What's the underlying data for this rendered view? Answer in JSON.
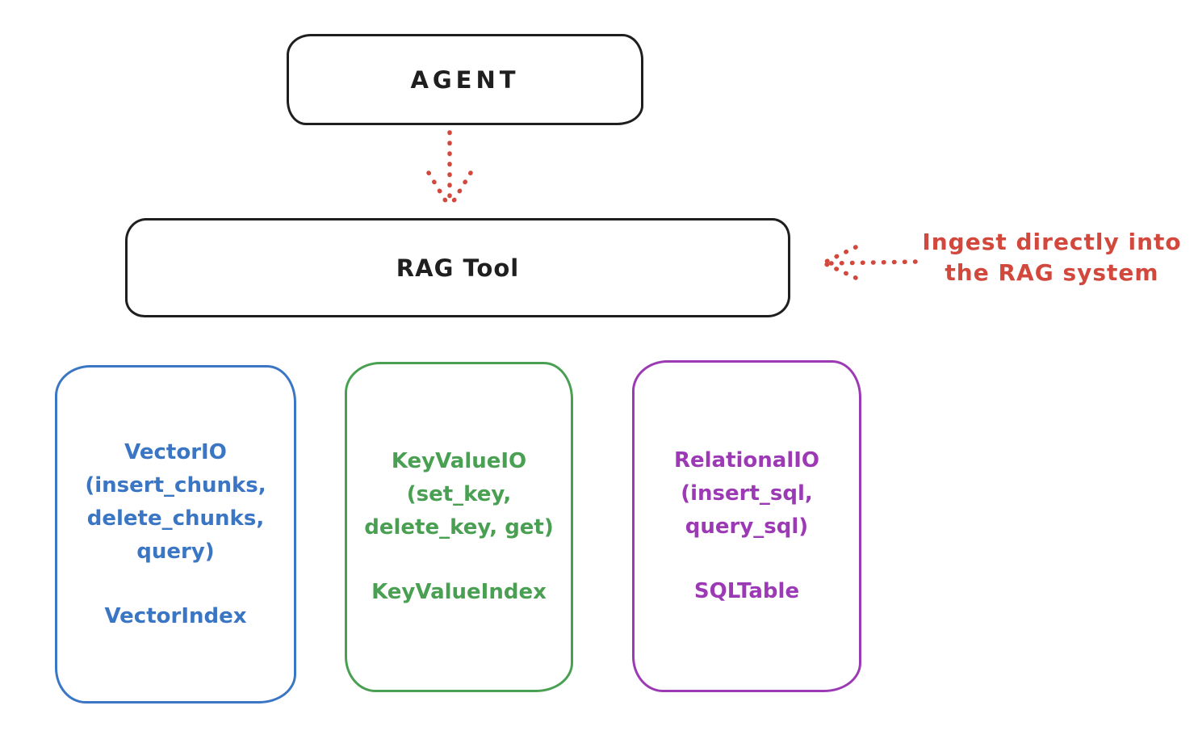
{
  "canvas": {
    "background": "#ffffff",
    "stroke_color": "#1f1f1f"
  },
  "agent_box": {
    "label": "AGENT"
  },
  "rag_tool_box": {
    "label": "RAG Tool"
  },
  "ingest_annotation": {
    "color": "#d2483d",
    "line1": "Ingest directly into",
    "line2": "the RAG system"
  },
  "arrows": {
    "agent_to_rag": "dotted-down-arrow",
    "annotation_to_rag": "dotted-left-arrow"
  },
  "io_boxes": [
    {
      "id": "vector-io",
      "color": "#3a76c4",
      "lines": [
        "VectorIO",
        "(insert_chunks,",
        "delete_chunks,",
        "query)"
      ],
      "index_label": "VectorIndex"
    },
    {
      "id": "keyvalue-io",
      "color": "#4aa052",
      "lines": [
        "KeyValueIO",
        "(set_key,",
        "delete_key, get)"
      ],
      "index_label": "KeyValueIndex"
    },
    {
      "id": "relational-io",
      "color": "#9c3ab5",
      "lines": [
        "RelationalIO",
        "(insert_sql,",
        "query_sql)"
      ],
      "index_label": "SQLTable"
    }
  ]
}
